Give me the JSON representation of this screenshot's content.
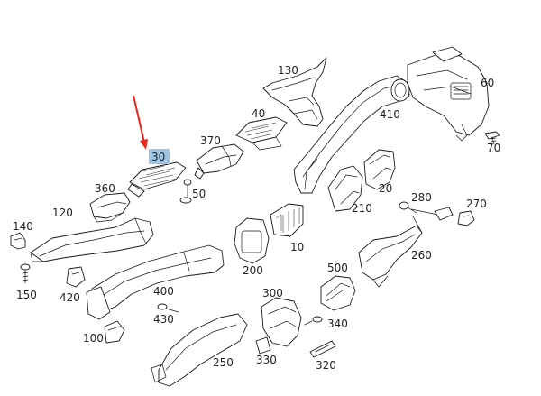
{
  "diagram": {
    "highlight_color": "#9fc4e4",
    "arrow_color": "#e8261c",
    "highlighted_label": "30",
    "labels": [
      "130",
      "60",
      "40",
      "410",
      "370",
      "70",
      "30",
      "360",
      "50",
      "20",
      "280",
      "270",
      "140",
      "120",
      "210",
      "10",
      "420",
      "200",
      "260",
      "150",
      "500",
      "400",
      "300",
      "430",
      "340",
      "100",
      "250",
      "330",
      "320"
    ]
  }
}
